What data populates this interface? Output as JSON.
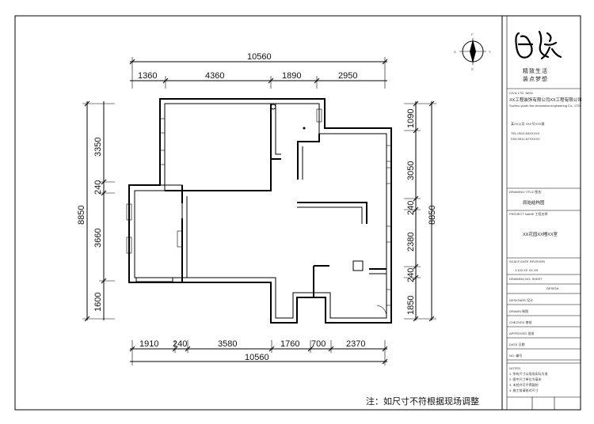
{
  "top_dims": {
    "total": "10560",
    "segments": [
      "1360",
      "4360",
      "1890",
      "2950"
    ]
  },
  "bottom_dims": {
    "total": "10560",
    "segments": [
      "1910",
      "240",
      "3580",
      "1760",
      "700",
      "2370"
    ]
  },
  "left_dims": {
    "total": "8850",
    "segments": [
      "3350",
      "240",
      "3660",
      "1600"
    ]
  },
  "right_dims": {
    "total": "8850",
    "segments": [
      "1090",
      "3050",
      "240",
      "2380",
      "240",
      "1850"
    ]
  },
  "compass": {
    "north": "F",
    "south": "S",
    "west": "S",
    "east": "Y"
  },
  "title_block": {
    "logo_sub_1": "精致生活",
    "logo_sub_2": "装点梦想",
    "company_lines": [
      "CIVIL LTD. NEW",
      "XX工程装饰有限公司XX工程有限公司",
      "Suzhou youth the decoration engineering Co., LTD",
      "某XX公司 XXX号XXX路",
      "TEL:0512-69XXXXX",
      "FAX:0512-87XXXXX"
    ],
    "rows": [
      "DRAWING TITLE 图名",
      "原始结构图",
      "PROJECT NAME 工程名称",
      "XX花园XX幢XX室",
      "SCALE DATE REVISION",
      "1:100  XX  XX.XX",
      "DRAWING NO.  SHEET",
      "DESIGN",
      "DESIGNER 设计",
      "DRAWN 制图",
      "CHECKED 审核",
      "APPROVED 批准",
      "DATE 日期",
      "NO. 编号"
    ],
    "footer_lines": [
      "NOTES:",
      "1. 所有尺寸以现场实际为准",
      "2. 图中尺寸单位为毫米",
      "3. 未经许可不得复制",
      "4. 施工前请核对尺寸"
    ]
  },
  "note": "注：如尺寸不符根据现场调整"
}
